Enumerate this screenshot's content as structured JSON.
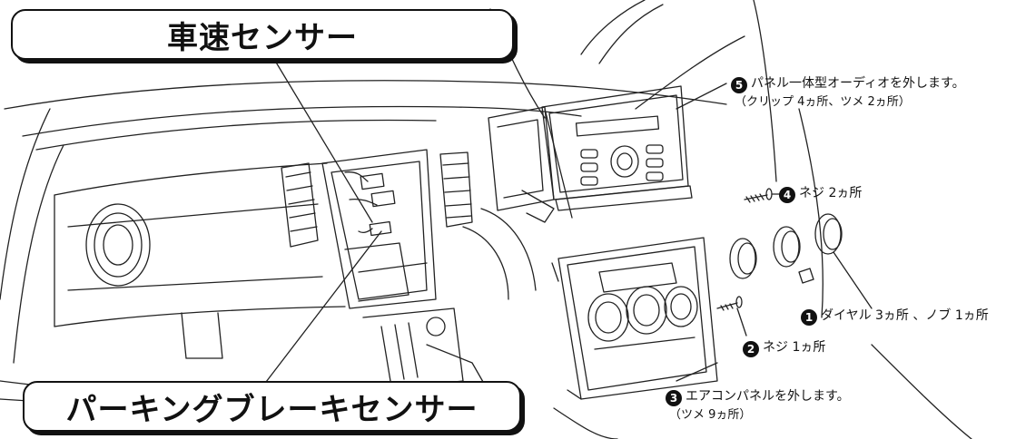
{
  "labels": {
    "vehicle_speed_sensor": "車速センサー",
    "parking_brake_sensor": "パーキングブレーキセンサー"
  },
  "steps": [
    {
      "num": "1",
      "text": "ダイヤル 3ヵ所 、ノブ 1ヵ所",
      "sub": ""
    },
    {
      "num": "2",
      "text": "ネジ 1ヵ所",
      "sub": ""
    },
    {
      "num": "3",
      "text": "エアコンパネルを外します。",
      "sub": "（ツメ 9ヵ所）"
    },
    {
      "num": "4",
      "text": "ネジ 2ヵ所",
      "sub": ""
    },
    {
      "num": "5",
      "text": "パネル一体型オーディオを外します。",
      "sub": "（クリップ 4ヵ所、ツメ 2ヵ所）"
    }
  ],
  "colors": {
    "line": "#111111",
    "background": "#ffffff"
  }
}
